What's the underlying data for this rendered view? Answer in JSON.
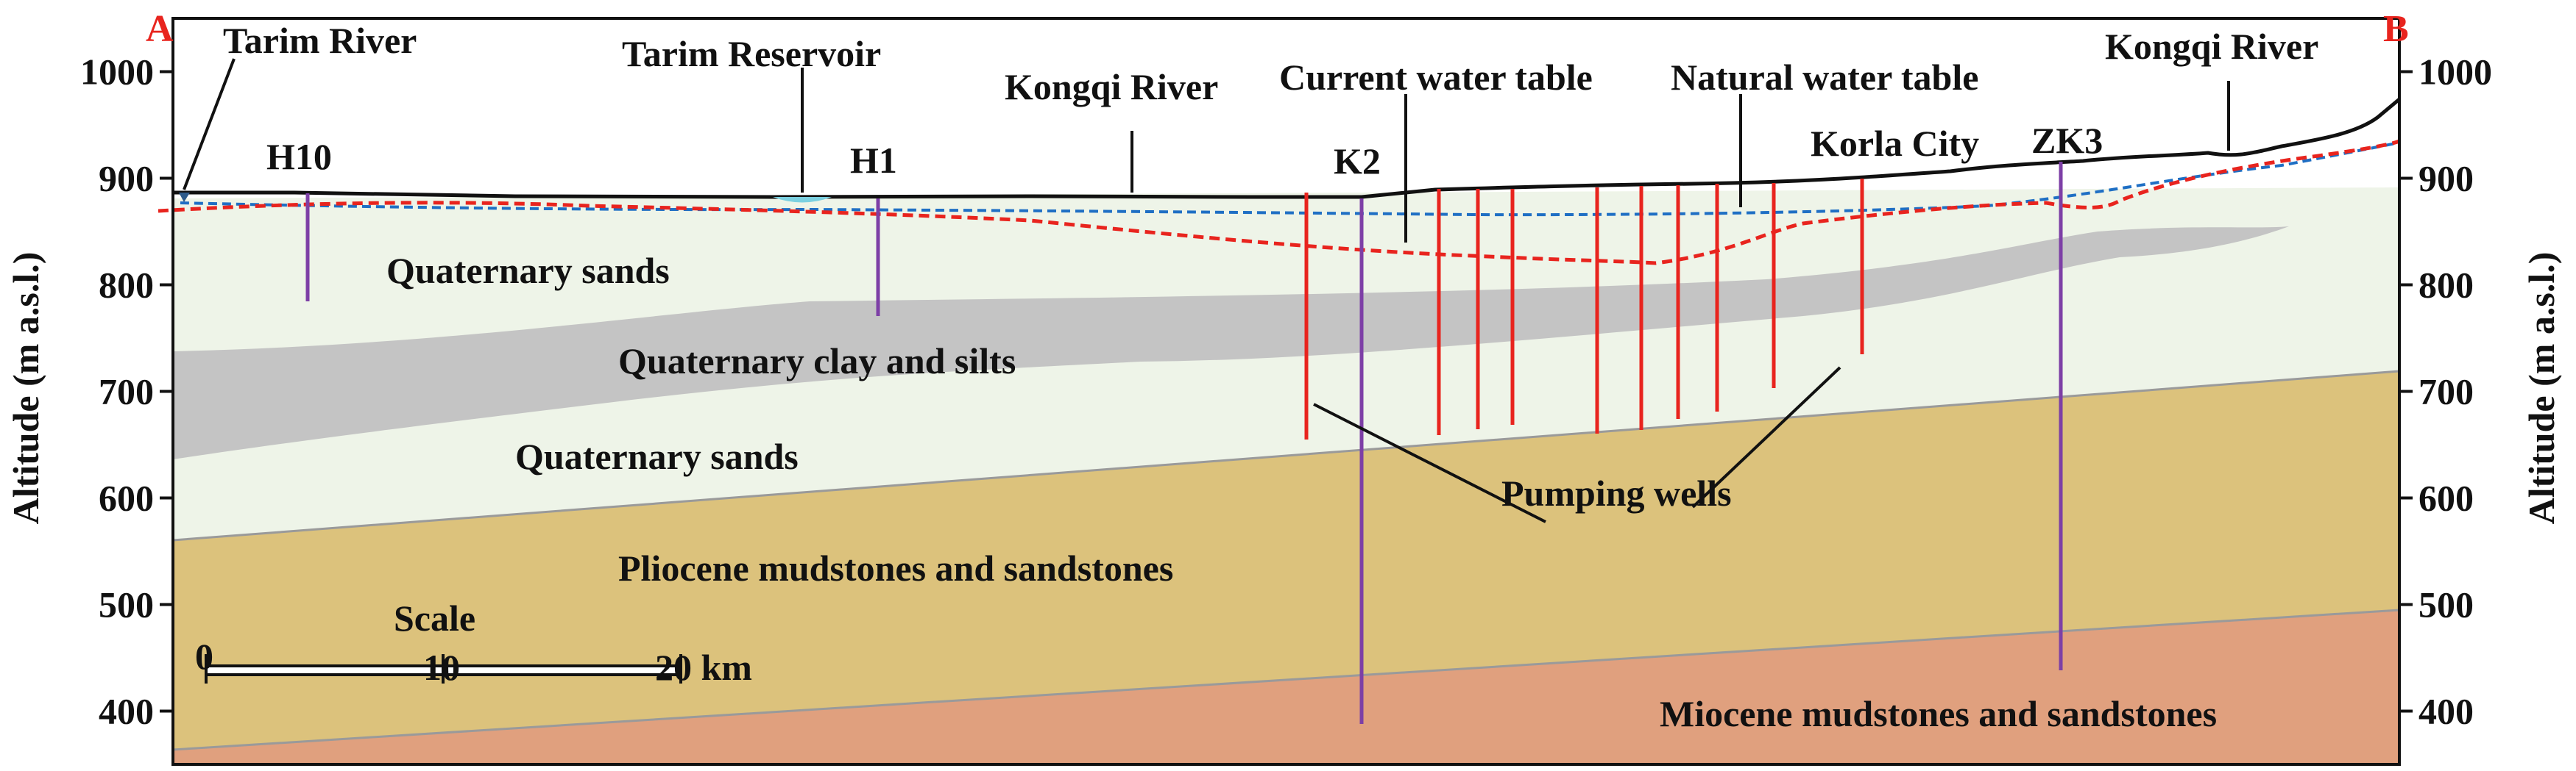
{
  "corners": {
    "left": "A",
    "right": "B"
  },
  "axis": {
    "left_label": "Altitude (m a.s.l.)",
    "right_label": "Altitude (m a.s.l.)",
    "ticks": [
      "400",
      "500",
      "600",
      "700",
      "800",
      "900",
      "1000"
    ],
    "range": [
      350,
      1050
    ]
  },
  "features": {
    "tarim_river": "Tarim River",
    "tarim_reservoir": "Tarim Reservoir",
    "kongqi_river_1": "Kongqi River",
    "kongqi_river_2": "Kongqi River",
    "current_water_table": "Current water table",
    "natural_water_table": "Natural water table",
    "korla_city": "Korla City",
    "pumping_wells": "Pumping wells"
  },
  "boreholes": {
    "h10": "H10",
    "h1": "H1",
    "k2": "K2",
    "zk3": "ZK3"
  },
  "layers": {
    "quaternary_sands_upper": "Quaternary sands",
    "quaternary_clay": "Quaternary clay and silts",
    "quaternary_sands_lower": "Quaternary sands",
    "pliocene": "Pliocene mudstones and sandstones",
    "miocene": "Miocene mudstones and sandstones"
  },
  "scale": {
    "title": "Scale",
    "ticks": [
      "0",
      "10",
      "20 km"
    ]
  },
  "colors": {
    "sands": "#eef4e8",
    "clay": "#c4c4c4",
    "pliocene": "#dcc27c",
    "miocene": "#e0a07e",
    "current_water_table": "#e8241e",
    "natural_water_table": "#1f6fc4",
    "borehole": "#7d3fa6",
    "pumping_well": "#e8241e",
    "surface": "#111111",
    "corner_letters": "#e8241e"
  }
}
